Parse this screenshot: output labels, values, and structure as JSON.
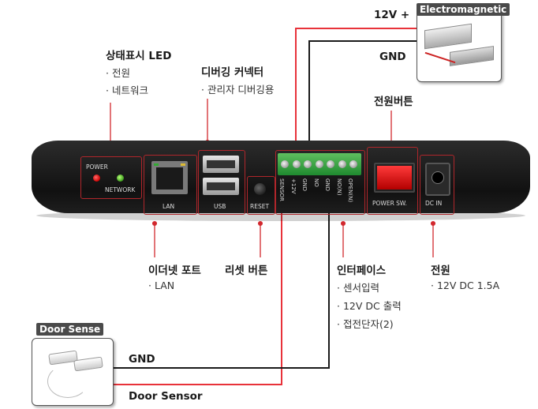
{
  "electromagnetic": {
    "tag": "Electromagnetic",
    "plus_label": "12V +",
    "gnd_label": "GND"
  },
  "door_sense": {
    "tag": "Door Sense",
    "gnd_label": "GND",
    "sensor_label": "Door Sensor"
  },
  "callouts": {
    "status_led": {
      "title": "상태표시 LED",
      "items": [
        "전원",
        "네트워크"
      ]
    },
    "debug_connector": {
      "title": "디버깅 커넥터",
      "items": [
        "관리자 디버깅용"
      ]
    },
    "power_button": {
      "title": "전원버튼"
    },
    "ethernet_port": {
      "title": "이더넷 포트",
      "items": [
        "LAN"
      ]
    },
    "reset_button": {
      "title": "리셋 버튼"
    },
    "interface": {
      "title": "인터페이스",
      "items": [
        "센서입력",
        "12V DC 출력",
        "접전단자(2)"
      ]
    },
    "power": {
      "title": "전원",
      "items": [
        "12V DC 1.5A"
      ]
    }
  },
  "device": {
    "led_power": "POWER",
    "led_network": "NETWORK",
    "lan": "LAN",
    "usb": "USB",
    "reset": "RESET",
    "terminals": [
      "SENSOR",
      "+12V",
      "GND",
      "NO",
      "GND",
      "NO(N)",
      "OPEN(N)"
    ],
    "power_sw": "POWER SW.",
    "dc_in": "DC IN"
  },
  "colors": {
    "wire_red": "#e8323a",
    "wire_black": "#1a1a1a",
    "callout_red": "#d2282e",
    "device_body": "#1c1c1c"
  }
}
